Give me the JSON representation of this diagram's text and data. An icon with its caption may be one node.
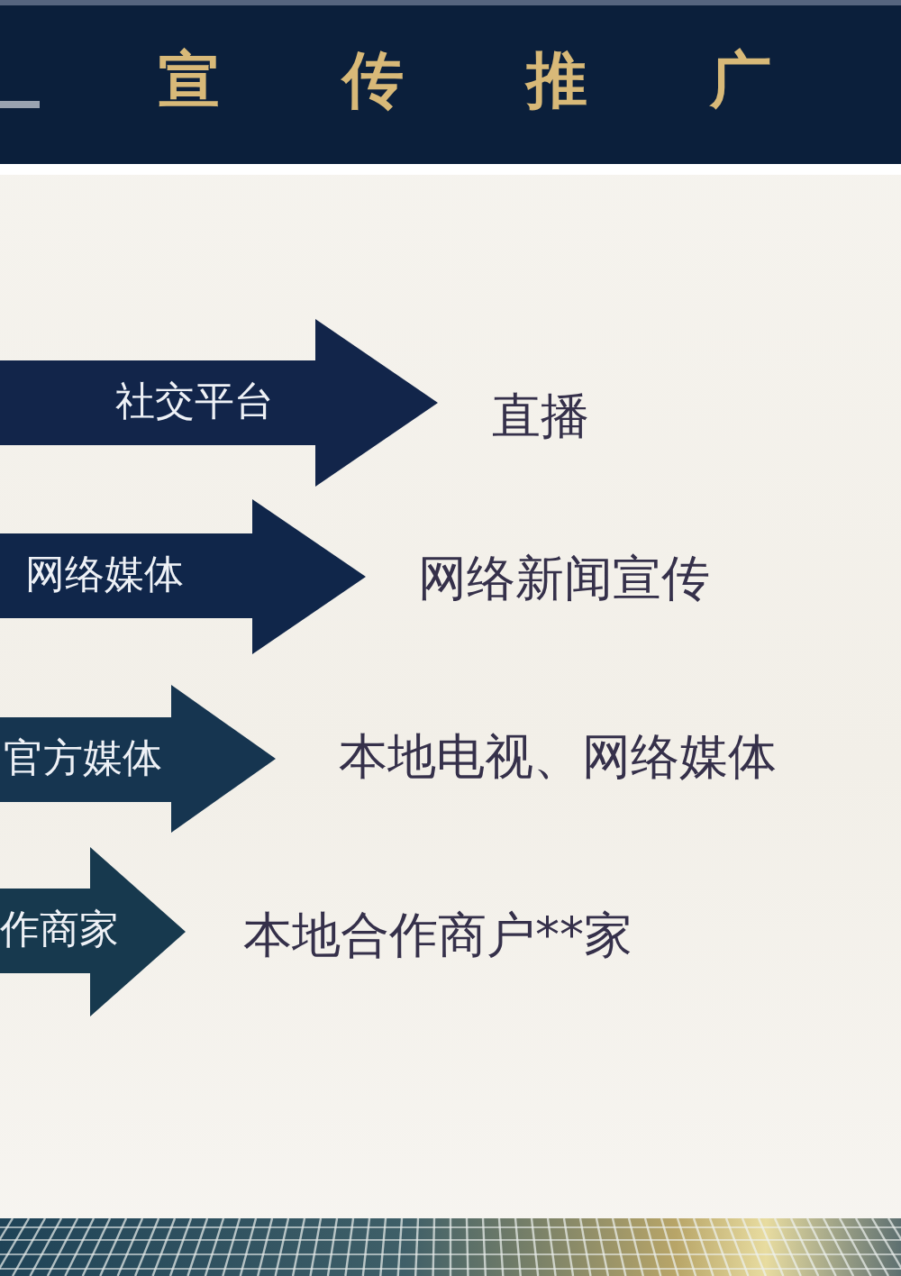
{
  "diagram": {
    "title": "宣传推广",
    "nodes": [
      {
        "text": [
          "社交平台"
        ],
        "beside": [
          "直播"
        ]
      },
      {
        "text": [
          "网络媒体"
        ],
        "beside": [
          "网络新闻宣传"
        ]
      },
      {
        "text": [
          "官方媒体"
        ],
        "beside": [
          "本地电视、网络媒体"
        ]
      },
      {
        "text": [
          "作商家"
        ],
        "beside": [
          "本地合作商户**家"
        ]
      }
    ]
  }
}
